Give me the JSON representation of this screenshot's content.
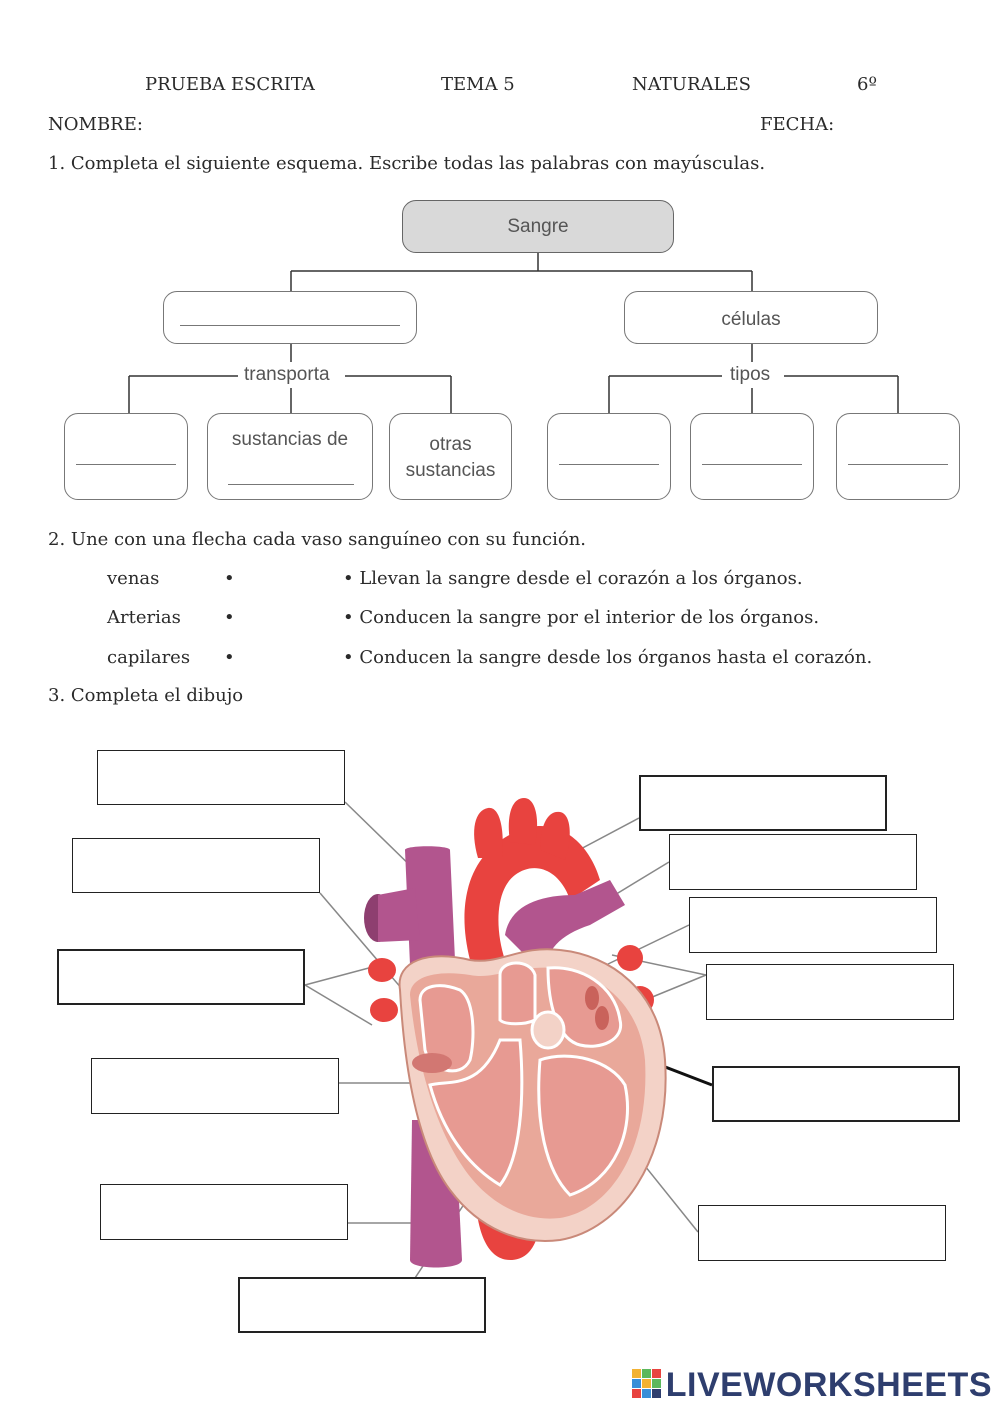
{
  "header": {
    "test": "PRUEBA ESCRITA",
    "topic": "TEMA 5",
    "subject": "NATURALES",
    "grade": "6º",
    "name_label": "NOMBRE:",
    "date_label": "FECHA:"
  },
  "q1": {
    "prompt": "1. Completa el siguiente esquema. Escribe todas las palabras con mayúsculas.",
    "root": "Sangre",
    "right_node": "células",
    "connector_left": "transporta",
    "connector_right": "tipos",
    "leaf_sustancias": "sustancias de",
    "leaf_otras_1": "otras",
    "leaf_otras_2": "sustancias"
  },
  "q2": {
    "prompt": "2. Une con una flecha cada vaso sanguíneo con su función.",
    "vessels": [
      "venas",
      "Arterias",
      "capilares"
    ],
    "functions": [
      "• Llevan la sangre desde el corazón a los órganos.",
      "• Conducen la sangre por el interior de los órganos.",
      "• Conducen la sangre desde los órganos hasta el corazón."
    ],
    "bullet": "•"
  },
  "q3": {
    "prompt": "3. Completa el dibujo"
  },
  "footer": {
    "brand": "LIVEWORKSHEETS"
  },
  "colors": {
    "artery_red": "#e8433f",
    "vein_purple": "#b2558e",
    "heart_wall": "#e9a89a",
    "chamber_pink": "#e79a92",
    "brand_navy": "#2e3e6e"
  }
}
